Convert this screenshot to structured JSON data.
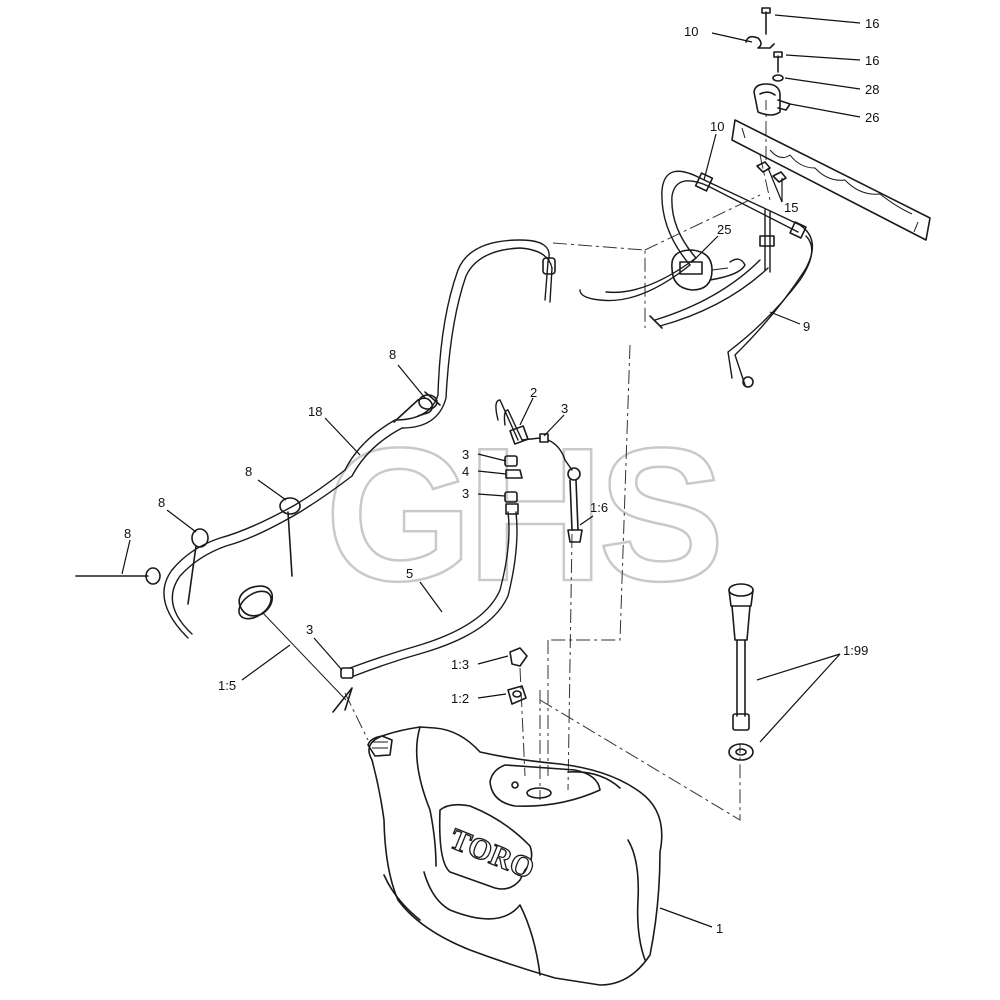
{
  "watermark": "GHS",
  "tank_logo": "TORO",
  "callouts": [
    {
      "id": "c16a",
      "text": "16"
    },
    {
      "id": "c10a",
      "text": "10"
    },
    {
      "id": "c16b",
      "text": "16"
    },
    {
      "id": "c28",
      "text": "28"
    },
    {
      "id": "c26",
      "text": "26"
    },
    {
      "id": "c10b",
      "text": "10"
    },
    {
      "id": "c15",
      "text": "15"
    },
    {
      "id": "c25",
      "text": "25"
    },
    {
      "id": "c9",
      "text": "9"
    },
    {
      "id": "c8a",
      "text": "8"
    },
    {
      "id": "c18",
      "text": "18"
    },
    {
      "id": "c2",
      "text": "2"
    },
    {
      "id": "c3a",
      "text": "3"
    },
    {
      "id": "c3b",
      "text": "3"
    },
    {
      "id": "c4",
      "text": "4"
    },
    {
      "id": "c3c",
      "text": "3"
    },
    {
      "id": "c8b",
      "text": "8"
    },
    {
      "id": "c8c",
      "text": "8"
    },
    {
      "id": "c16c",
      "text": "1:6"
    },
    {
      "id": "c8d",
      "text": "8"
    },
    {
      "id": "c5",
      "text": "5"
    },
    {
      "id": "c3d",
      "text": "3"
    },
    {
      "id": "c15b",
      "text": "1:5"
    },
    {
      "id": "c13",
      "text": "1:3"
    },
    {
      "id": "c12",
      "text": "1:2"
    },
    {
      "id": "c199",
      "text": "1:99"
    },
    {
      "id": "c1",
      "text": "1"
    }
  ]
}
